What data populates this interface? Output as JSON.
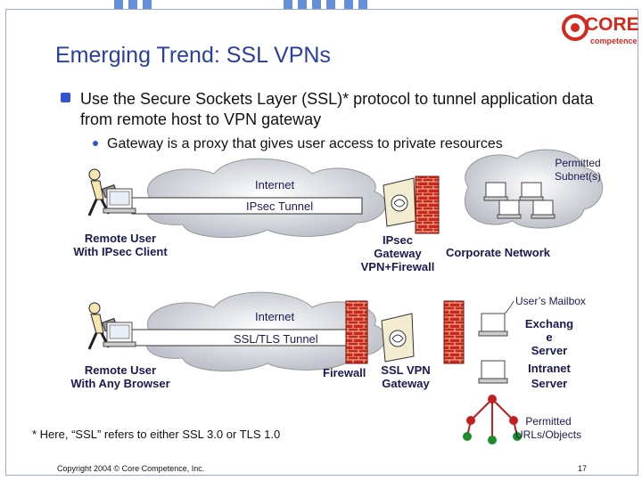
{
  "slide": {
    "title": "Emerging Trend: SSL VPNs",
    "bullet_main": "Use the Secure Sockets Layer (SSL)* protocol to tunnel application data from remote host to VPN gateway",
    "bullet_sub": "Gateway is a proxy that gives user access to private resources",
    "footnote": "* Here, “SSL” refers to either SSL 3.0 or TLS 1.0",
    "copyright": "Copyright 2004 © Core Competence, Inc.",
    "page_number": "17"
  },
  "logo": {
    "name": "CORE",
    "sub": "competence"
  },
  "diagram_top": {
    "cloud_label": "Internet",
    "tunnel_label": "IPsec Tunnel",
    "client_label_line1": "Remote User",
    "client_label_line2": "With IPsec Client",
    "gateway_label_line1": "IPsec",
    "gateway_label_line2": "Gateway",
    "gateway_label_line3": "VPN+Firewall",
    "network_label": "Corporate Network",
    "subnet_label_line1": "Permitted",
    "subnet_label_line2": "Subnet(s)"
  },
  "diagram_bottom": {
    "cloud_label": "Internet",
    "tunnel_label": "SSL/TLS Tunnel",
    "client_label_line1": "Remote User",
    "client_label_line2": "With Any Browser",
    "firewall_label": "Firewall",
    "gateway_label_line1": "SSL VPN",
    "gateway_label_line2": "Gateway",
    "mailbox_label": "User’s Mailbox",
    "exchange_line1": "Exchang",
    "exchange_line2": "e",
    "exchange_line3": "Server",
    "intranet_line1": "Intranet",
    "intranet_line2": "Server",
    "urls_line1": "Permitted",
    "urls_line2": "URLs/Objects"
  }
}
